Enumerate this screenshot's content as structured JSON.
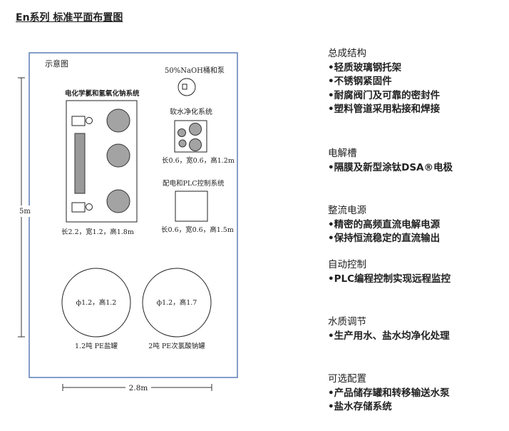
{
  "title": "En系列 标准平面布置图",
  "diagram": {
    "label": "示意图",
    "naoh_tank_label": "50%NaOH桶和泵",
    "electro_system_label": "电化学氯和氢氧化钠系统",
    "electro_dims": "长2.2，宽1.2，高1.8m",
    "softener_label": "软水净化系统",
    "softener_dims": "长0.6，宽0.6，高1.2m",
    "plc_label": "配电和PLC控制系统",
    "plc_dims": "长0.6，宽0.6，高1.5m",
    "salt_tank_spec": "ф1.2，高1.2",
    "salt_tank_label": "1.2吨 PE盐罐",
    "hypo_tank_spec": "ф1.2，高1.7",
    "hypo_tank_label": "2吨 PE次氯酸钠罐",
    "height_dim": "5m",
    "width_dim": "2.8m"
  },
  "sections": [
    {
      "heading": "总成结构",
      "items": [
        "•轻质玻璃钢托架",
        "•不锈钢紧固件",
        "•耐腐阀门及可靠的密封件",
        "•塑料管道采用粘接和焊接"
      ]
    },
    {
      "heading": "电解槽",
      "items": [
        "•隔膜及新型涂钛DSA®电极"
      ]
    },
    {
      "heading": "整流电源",
      "items": [
        "•精密的高频直流电解电源",
        "•保持恒流稳定的直流输出"
      ]
    },
    {
      "heading": "自动控制",
      "items": [
        "•PLC编程控制实现远程监控"
      ]
    },
    {
      "heading": "水质调节",
      "items": [
        "•生产用水、盐水均净化处理"
      ]
    },
    {
      "heading": "可选配置",
      "items": [
        "•产品储存罐和转移输送水泵",
        "•盐水存储系统"
      ]
    }
  ]
}
